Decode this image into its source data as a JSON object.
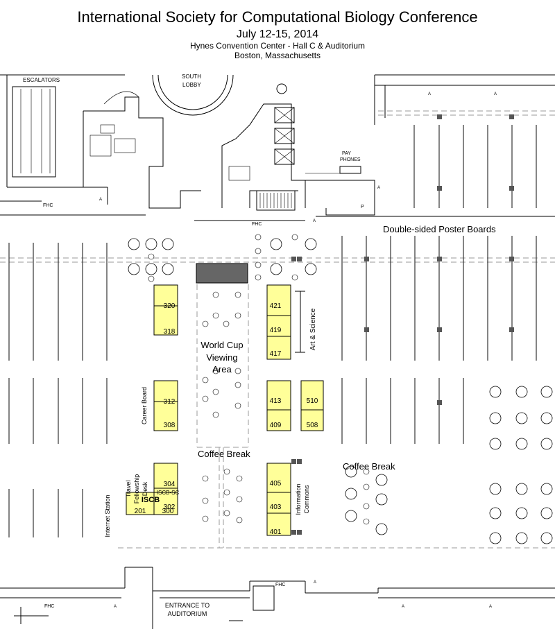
{
  "header": {
    "title": "International Society for Computational Biology Conference",
    "dates": "July 12-15, 2014",
    "venue": "Hynes Convention Center - Hall C & Auditorium",
    "city": "Boston, Massachusetts"
  },
  "labels": {
    "escalators": "ESCALATORS",
    "south_lobby_1": "SOUTH",
    "south_lobby_2": "LOBBY",
    "pay_phones_1": "PAY",
    "pay_phones_2": "PHONES",
    "fhc": "FHC",
    "access": "A",
    "parking": "P",
    "poster_boards": "Double-sided Poster Boards",
    "world_cup_1": "World Cup",
    "world_cup_2": "Viewing",
    "world_cup_3": "Area",
    "coffee_break_center": "Coffee Break",
    "coffee_break_right": "Coffee Break",
    "art_science": "Art & Science",
    "career_board": "Career Board",
    "travel_1": "Travel",
    "travel_2": "Fellowship",
    "travel_3": "Desk",
    "internet_station": "Internet Station",
    "info_1": "Information",
    "info_2": "Commons",
    "iscb_sc": "ISCB-SC",
    "iscb": "ISCB",
    "entrance_1": "ENTRANCE TO",
    "entrance_2": "AUDITORIUM"
  },
  "booths": {
    "b320": "320",
    "b318": "318",
    "b312": "312",
    "b308": "308",
    "b304": "304",
    "b302": "302",
    "b201": "201",
    "b300": "300",
    "b421": "421",
    "b419": "419",
    "b417": "417",
    "b413": "413",
    "b409": "409",
    "b510": "510",
    "b508": "508",
    "b405": "405",
    "b403": "403",
    "b401": "401"
  },
  "colors": {
    "booth_fill": "#ffff99",
    "screen_fill": "#666666"
  }
}
